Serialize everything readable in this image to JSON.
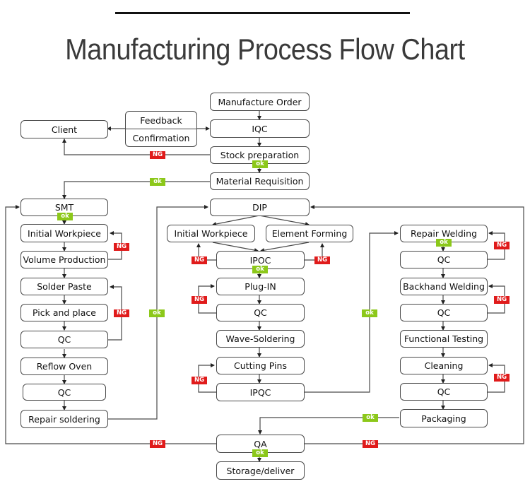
{
  "title": "Manufacturing Process Flow Chart",
  "nodes": {
    "manufacture_order": "Manufacture Order",
    "iqc": "IQC",
    "stock_preparation": "Stock preparation",
    "material_requisition": "Material Requisition",
    "client": "Client",
    "feedback": "Feedback",
    "confirmation": "Confirmation",
    "smt": "SMT",
    "smt_initial_workpiece": "Initial Workpiece",
    "volume_production": "Volume Production",
    "solder_paste": "Solder Paste",
    "pick_and_place": "Pick and place",
    "smt_qc1": "QC",
    "reflow_oven": "Reflow Oven",
    "smt_qc2": "QC",
    "repair_soldering": "Repair soldering",
    "dip": "DIP",
    "dip_initial_workpiece": "Initial Workpiece",
    "element_forming": "Element Forming",
    "ipoc": "IPOC",
    "plug_in": "Plug-IN",
    "dip_qc": "QC",
    "wave_soldering": "Wave-Soldering",
    "cutting_pins": "Cutting Pins",
    "ipqc": "IPQC",
    "repair_welding": "Repair Welding",
    "rw_qc": "QC",
    "backhand_welding": "Backhand Welding",
    "bw_qc": "QC",
    "functional_testing": "Functional Testing",
    "cleaning": "Cleaning",
    "cl_qc": "QC",
    "packaging": "Packaging",
    "qa": "QA",
    "storage_deliver": "Storage/deliver"
  },
  "tags": {
    "ng": "NG",
    "ok": "ok"
  },
  "colors": {
    "ng": "#e01b1b",
    "ok": "#8cc81a",
    "line": "#4a4a4a"
  }
}
